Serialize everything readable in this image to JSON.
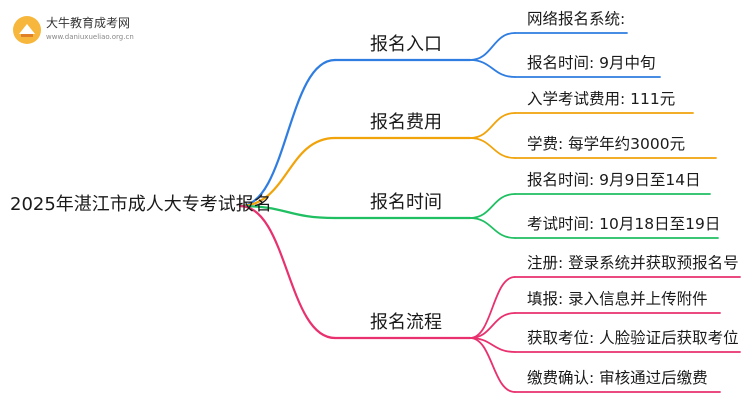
{
  "logo": {
    "title": "大牛教育成考网",
    "url": "www.daniuxueliao.org.cn"
  },
  "root": {
    "label": "2025年湛江市成人大专考试报名"
  },
  "colors": {
    "blue": "#2f7de1",
    "orange": "#f0a30a",
    "green": "#1fbf62",
    "pink": "#e8316e"
  },
  "branches": [
    {
      "label": "报名入口",
      "color": "blue",
      "leaves": [
        "网络报名系统:",
        "报名时间: 9月中旬"
      ]
    },
    {
      "label": "报名费用",
      "color": "orange",
      "leaves": [
        "入学考试费用: 111元",
        "学费: 每学年约3000元"
      ]
    },
    {
      "label": "报名时间",
      "color": "green",
      "leaves": [
        "报名时间: 9月9日至14日",
        "考试时间: 10月18日至19日"
      ]
    },
    {
      "label": "报名流程",
      "color": "pink",
      "leaves": [
        "注册: 登录系统并获取预报名号",
        "填报: 录入信息并上传附件",
        "获取考位: 人脸验证后获取考位",
        "缴费确认: 审核通过后缴费"
      ]
    }
  ]
}
